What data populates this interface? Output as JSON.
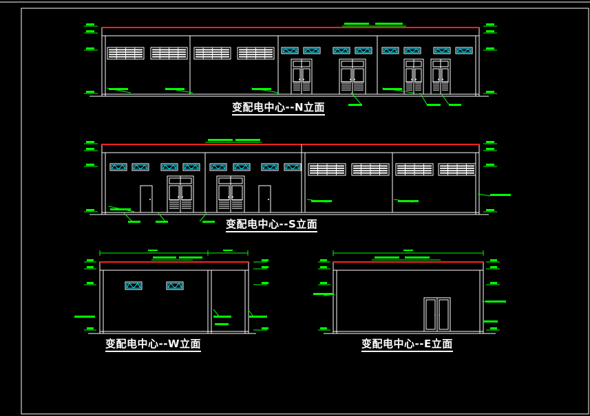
{
  "drawing": {
    "colors": {
      "background": "#000000",
      "outline": "#ffffff",
      "roof_line": "#ff2020",
      "annotation": "#00ff00",
      "window_fill": "#00e5ff"
    },
    "elevations": [
      {
        "key": "north",
        "title": "变配电中心--N立面"
      },
      {
        "key": "south",
        "title": "变配电中心--S立面"
      },
      {
        "key": "west",
        "title": "变配电中心--W立面"
      },
      {
        "key": "east",
        "title": "变配电中心--E立面"
      }
    ]
  }
}
